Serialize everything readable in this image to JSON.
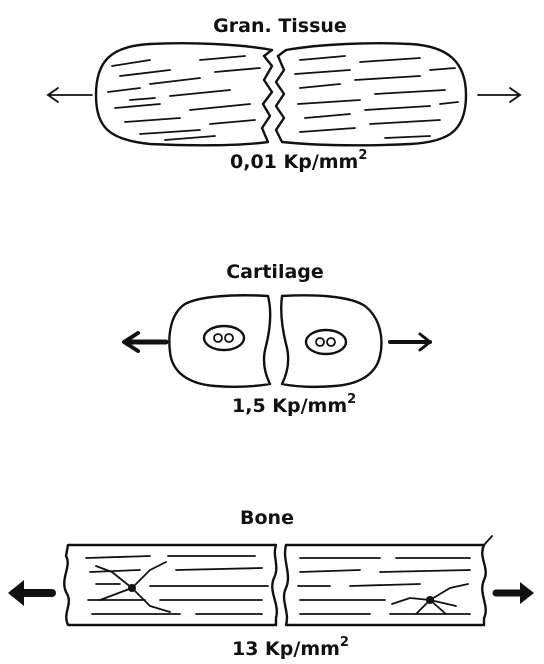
{
  "diagram": {
    "panels": [
      {
        "title": "Gran. Tissue",
        "strength_value": "0,01 Kp/mm",
        "strength_exp": "2"
      },
      {
        "title": "Cartilage",
        "strength_value": "1,5 Kp/mm",
        "strength_exp": "2"
      },
      {
        "title": "Bone",
        "strength_value": "13 Kp/mm",
        "strength_exp": "2"
      }
    ]
  }
}
